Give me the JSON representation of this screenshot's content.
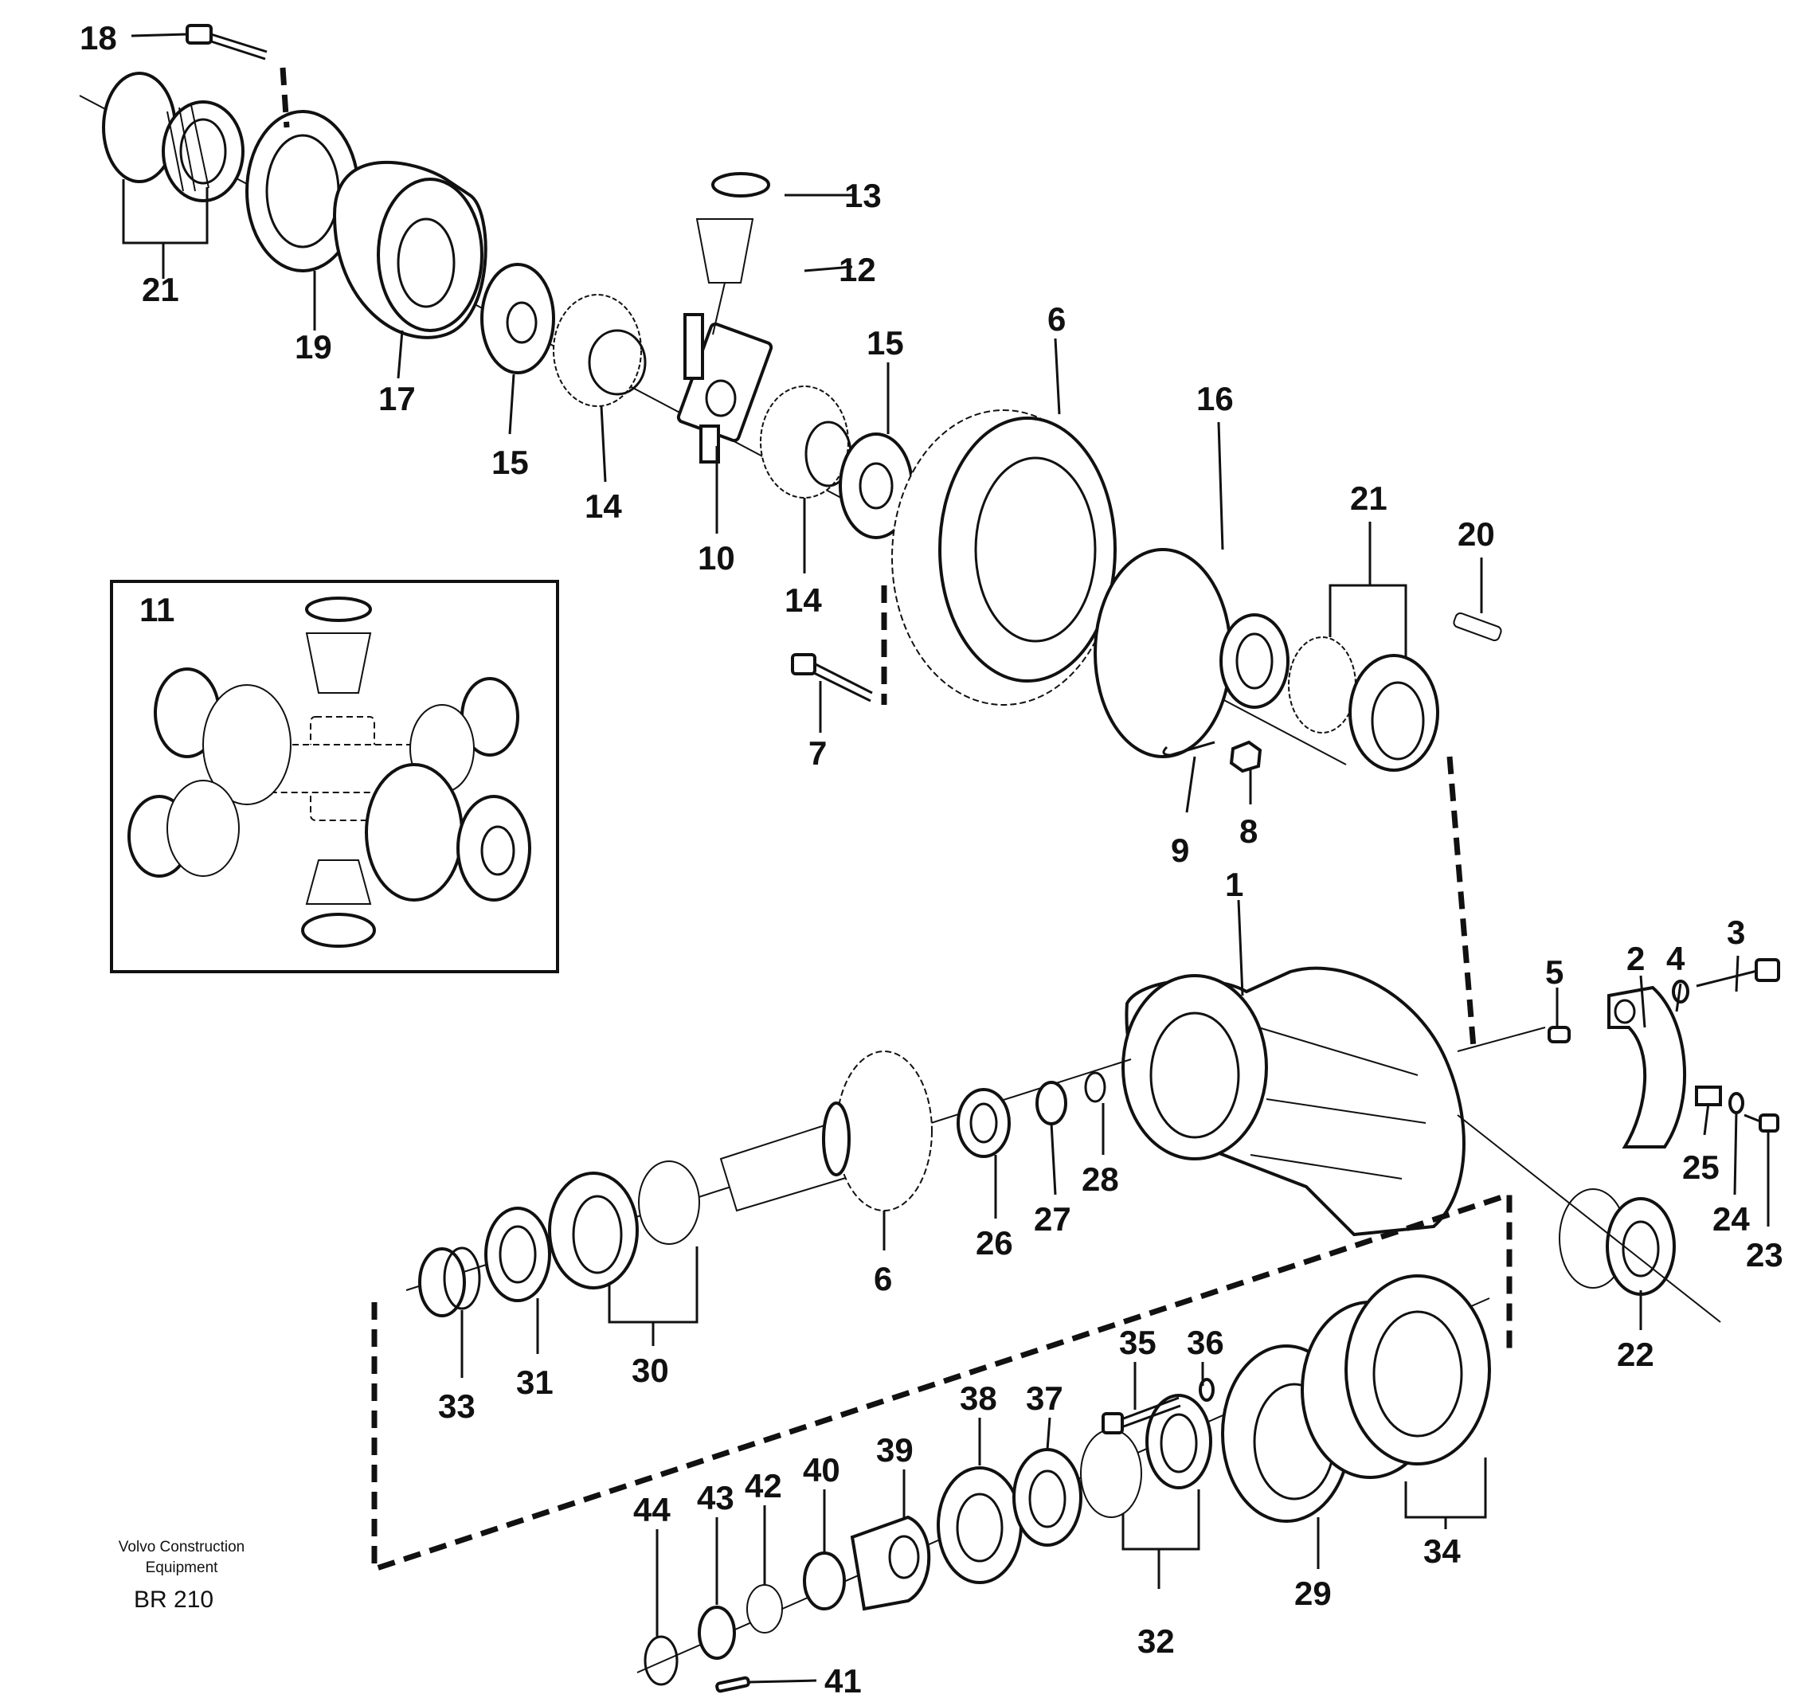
{
  "callouts": [
    "1",
    "2",
    "3",
    "4",
    "5",
    "6",
    "6",
    "7",
    "8",
    "9",
    "10",
    "11",
    "12",
    "13",
    "14",
    "14",
    "15",
    "15",
    "16",
    "17",
    "18",
    "19",
    "20",
    "21",
    "21",
    "22",
    "23",
    "24",
    "25",
    "26",
    "27",
    "28",
    "29",
    "30",
    "31",
    "32",
    "33",
    "34",
    "35",
    "36",
    "37",
    "38",
    "39",
    "40",
    "41",
    "42",
    "43",
    "44"
  ],
  "footer": {
    "line1": "Volvo Construction",
    "line2": "Equipment",
    "code": "BR 210"
  }
}
